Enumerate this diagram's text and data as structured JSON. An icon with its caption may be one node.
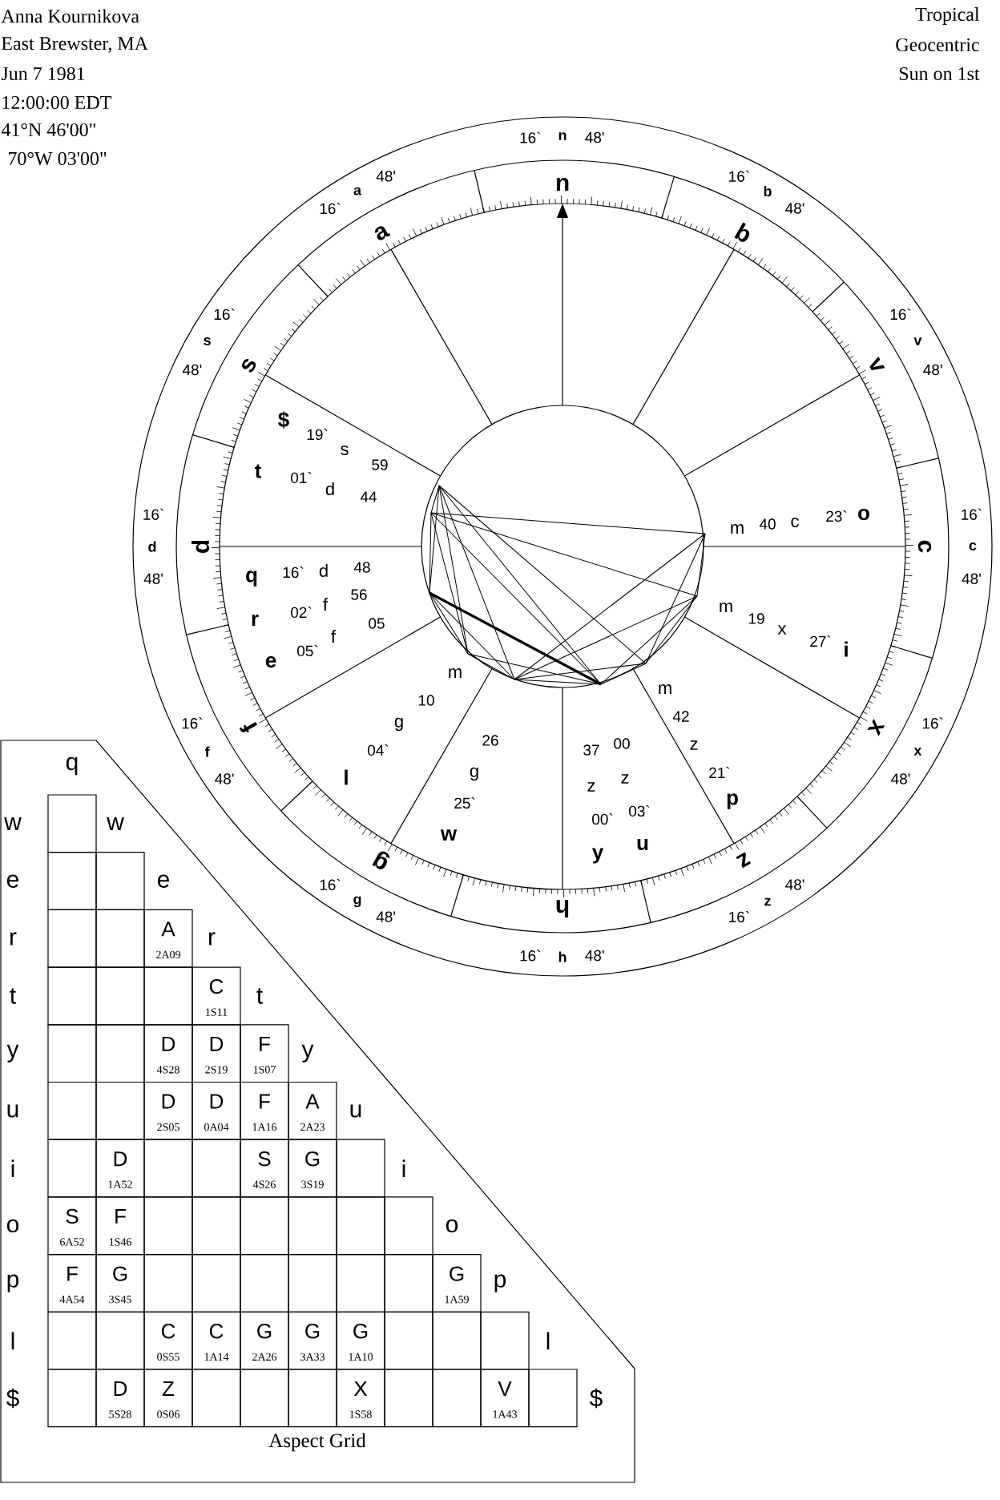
{
  "diagram": {
    "labels": [
      "Anna Kournikova",
      "East Brewster, MA",
      "Jun 7 1981",
      "12:00:00 EDT",
      "41°N 46'00\"",
      "70°W 03'00\"",
      "Tropical",
      "Geocentric",
      "Sun on 1st",
      "16`",
      "n",
      "48'",
      "16`",
      "b",
      "48'",
      "16`",
      "v",
      "48'",
      "16`",
      "c",
      "48'",
      "16`",
      "x",
      "48'",
      "16`",
      "z",
      "48'",
      "16`",
      "h",
      "48'",
      "16`",
      "g",
      "48'",
      "16`",
      "f",
      "48'",
      "16`",
      "d",
      "48'",
      "16`",
      "s",
      "48'",
      "16`",
      "a",
      "48'",
      "n",
      "b",
      "v",
      "c",
      "x",
      "z",
      "h",
      "g",
      "f",
      "d",
      "s",
      "a",
      "$",
      "19`",
      "s",
      "59",
      "t",
      "01`",
      "d",
      "44",
      "q",
      "16`",
      "d",
      "48",
      "r",
      "02`",
      "f",
      "56",
      "e",
      "05`",
      "f",
      "05",
      "m",
      "40",
      "c",
      "23`",
      "o",
      "m",
      "19",
      "x",
      "27`",
      "i",
      "m",
      "42",
      "z",
      "21`",
      "p",
      "37",
      "00",
      "z",
      "z",
      "00`",
      "03`",
      "y",
      "u",
      "26",
      "g",
      "25`",
      "w",
      "m",
      "10",
      "g",
      "04`",
      "l",
      "q",
      "w",
      "w",
      "e",
      "e",
      "r",
      "A",
      "2A09",
      "r",
      "t",
      "C",
      "1S11",
      "t",
      "y",
      "D",
      "4S28",
      "D",
      "2S19",
      "F",
      "1S07",
      "y",
      "u",
      "D",
      "2S05",
      "D",
      "0A04",
      "F",
      "1A16",
      "A",
      "2A23",
      "u",
      "i",
      "D",
      "1A52",
      "S",
      "4S26",
      "G",
      "3S19",
      "i",
      "o",
      "S",
      "6A52",
      "F",
      "1S46",
      "o",
      "p",
      "F",
      "4A54",
      "G",
      "3S45",
      "G",
      "1A59",
      "p",
      "l",
      "C",
      "0S55",
      "C",
      "1A14",
      "G",
      "2A26",
      "G",
      "3A33",
      "G",
      "1A10",
      "l",
      "$",
      "D",
      "5S28",
      "Z",
      "0S06",
      "X",
      "1S58",
      "V",
      "1A43",
      "$",
      "Aspect Grid"
    ]
  }
}
